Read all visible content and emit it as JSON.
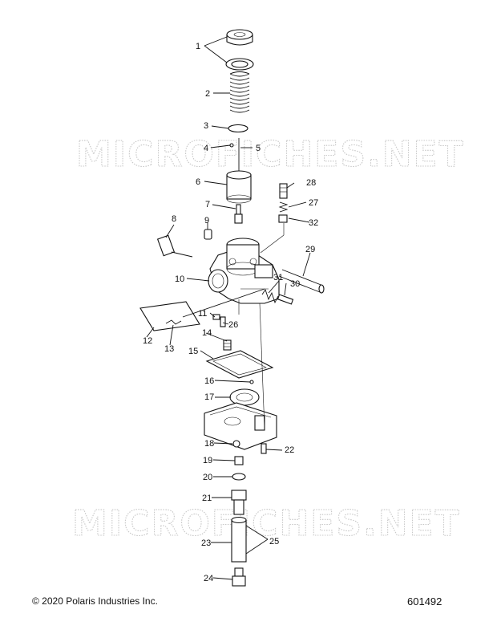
{
  "watermark": [
    "MICROFICHES.NET",
    "MICROFICHES.NET"
  ],
  "copyright": "© 2020 Polaris Industries Inc.",
  "diagram_number": "601492",
  "callouts": [
    {
      "id": "c1",
      "text": "1"
    },
    {
      "id": "c2",
      "text": "2"
    },
    {
      "id": "c3",
      "text": "3"
    },
    {
      "id": "c4",
      "text": "4"
    },
    {
      "id": "c5",
      "text": "5"
    },
    {
      "id": "c6",
      "text": "6"
    },
    {
      "id": "c7",
      "text": "7"
    },
    {
      "id": "c8",
      "text": "8"
    },
    {
      "id": "c9",
      "text": "9"
    },
    {
      "id": "c10",
      "text": "10"
    },
    {
      "id": "c11",
      "text": "11"
    },
    {
      "id": "c12",
      "text": "12"
    },
    {
      "id": "c13",
      "text": "13"
    },
    {
      "id": "c14",
      "text": "14"
    },
    {
      "id": "c15",
      "text": "15"
    },
    {
      "id": "c16",
      "text": "16"
    },
    {
      "id": "c17",
      "text": "17"
    },
    {
      "id": "c18",
      "text": "18"
    },
    {
      "id": "c19",
      "text": "19"
    },
    {
      "id": "c20",
      "text": "20"
    },
    {
      "id": "c21",
      "text": "21"
    },
    {
      "id": "c22",
      "text": "22"
    },
    {
      "id": "c23",
      "text": "23"
    },
    {
      "id": "c24",
      "text": "24"
    },
    {
      "id": "c25",
      "text": "25"
    },
    {
      "id": "c26",
      "text": "26"
    },
    {
      "id": "c27",
      "text": "27"
    },
    {
      "id": "c28",
      "text": "28"
    },
    {
      "id": "c29",
      "text": "29"
    },
    {
      "id": "c30",
      "text": "30"
    },
    {
      "id": "c31",
      "text": "31"
    },
    {
      "id": "c32",
      "text": "32"
    }
  ]
}
